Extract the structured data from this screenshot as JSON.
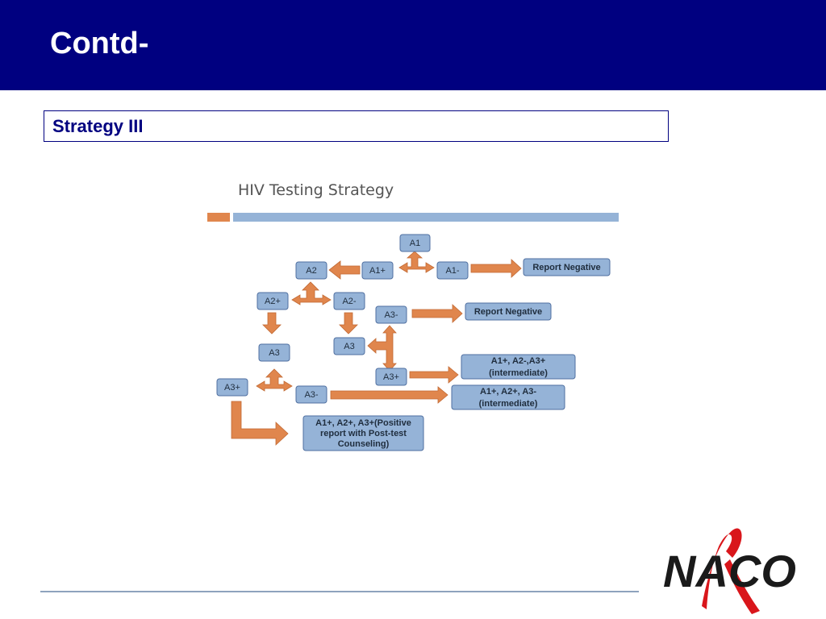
{
  "slide": {
    "title": "Contd-",
    "subtitle": "Strategy III"
  },
  "diagram": {
    "heading": "HIV Testing Strategy",
    "nodes": {
      "a1": "A1",
      "a1_plus": "A1+",
      "a1_minus": "A1-",
      "report_negative_1": "Report Negative",
      "a2": "A2",
      "a2_plus": "A2+",
      "a2_minus": "A2-",
      "a3_minus_right": "A3-",
      "report_negative_2": "Report Negative",
      "a3_left": "A3",
      "a3_mid": "A3",
      "a3_plus_mid": "A3+",
      "a3_plus_left": "A3+",
      "a3_minus_left": "A3-",
      "intermediate_1": [
        "A1+, A2-,A3+",
        "(intermediate)"
      ],
      "intermediate_2": [
        "A1+, A2+, A3-",
        "(intermediate)"
      ],
      "positive": [
        "A1+, A2+, A3+(Positive",
        "report with Post-test",
        "Counseling)"
      ]
    },
    "colors": {
      "node_fill": "#95b3d7",
      "node_stroke": "#4f6fa0",
      "arrow": "#e0864d",
      "bar_blue": "#95b3d7",
      "bar_orange": "#e0864d"
    }
  },
  "logo": {
    "text": "NACO",
    "ribbon_color": "#d9161b"
  }
}
